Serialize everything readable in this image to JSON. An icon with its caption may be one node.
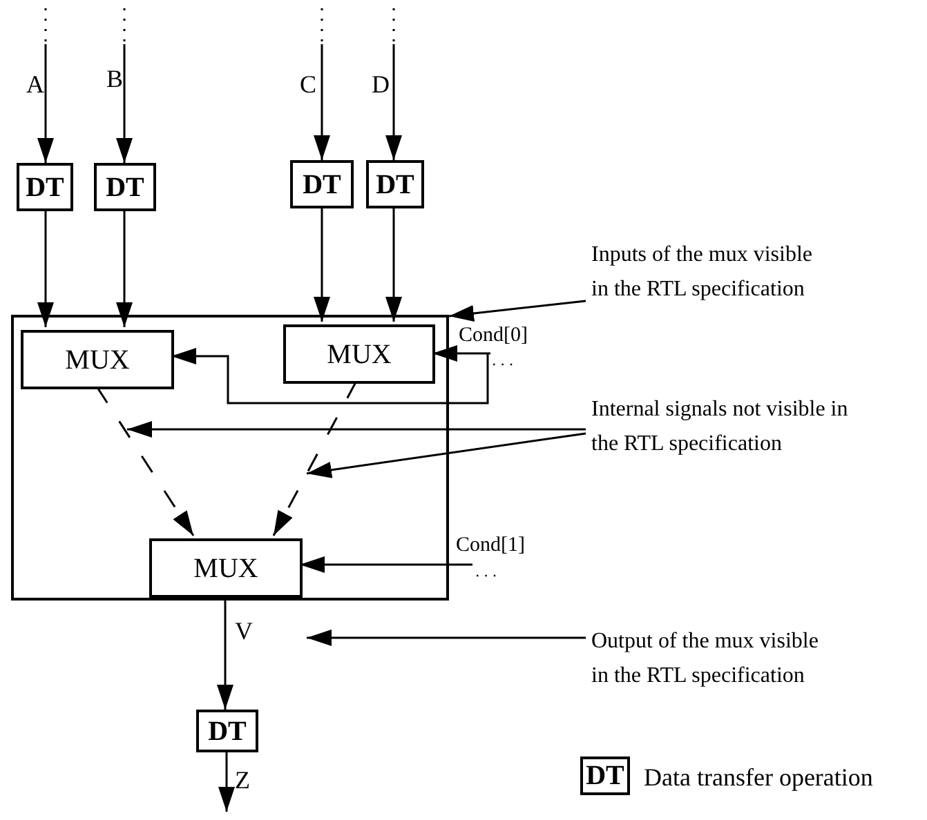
{
  "diagram": {
    "nodes": [
      {
        "text": [],
        "shape": "box"
      },
      {
        "text": [
          "DT"
        ]
      },
      {
        "text": [
          "DT"
        ]
      },
      {
        "text": [
          "DT"
        ]
      },
      {
        "text": [
          "DT"
        ]
      },
      {
        "text": [
          "MUX"
        ],
        "in": 0
      },
      {
        "text": [
          "MUX"
        ],
        "in": 0
      },
      {
        "text": [
          "MUX"
        ],
        "in": 0
      },
      {
        "text": [
          "DT"
        ]
      },
      {
        "text": [
          "Inputs of the mux visible in the RTL specification"
        ]
      },
      {
        "text": [
          "Internal signals not visible in the RTL specification"
        ]
      },
      {
        "text": [
          "Output of the mux visible in the RTL specification"
        ]
      },
      {
        "text": [
          "DT"
        ],
        "beside": [
          "Data transfer operation"
        ]
      }
    ],
    "edges": [
      {
        "from": null,
        "to": 1,
        "arrow": "to",
        "label": "A"
      },
      {
        "from": null,
        "to": 2,
        "arrow": "to",
        "label": "B"
      },
      {
        "from": null,
        "to": 3,
        "arrow": "to",
        "label": "C"
      },
      {
        "from": null,
        "to": 4,
        "arrow": "to",
        "label": "D"
      },
      {
        "from": 1,
        "to": 5,
        "arrow": "to"
      },
      {
        "from": 2,
        "to": 5,
        "arrow": "to"
      },
      {
        "from": 3,
        "to": 6,
        "arrow": "to"
      },
      {
        "from": 4,
        "to": 6,
        "arrow": "to"
      },
      {
        "from": null,
        "to": 6,
        "arrow": "to",
        "label": "Cond[0]"
      },
      {
        "from": null,
        "to": 5,
        "arrow": "to"
      },
      {
        "from": 5,
        "to": 7,
        "arrow": "to",
        "style": "dashed"
      },
      {
        "from": 6,
        "to": 7,
        "arrow": "to",
        "style": "dashed"
      },
      {
        "from": null,
        "to": 7,
        "arrow": "to",
        "label": "Cond[1]"
      },
      {
        "from": 7,
        "to": 8,
        "arrow": "to",
        "label": "V"
      },
      {
        "from": 8,
        "to": null,
        "arrow": "to",
        "label": "Z"
      },
      {
        "from": 9,
        "to": 0,
        "arrow": "to"
      },
      {
        "from": 10,
        "to": null,
        "arrow": "to"
      },
      {
        "from": 10,
        "to": null,
        "arrow": "to"
      },
      {
        "from": 11,
        "to": null,
        "arrow": "to"
      }
    ]
  }
}
